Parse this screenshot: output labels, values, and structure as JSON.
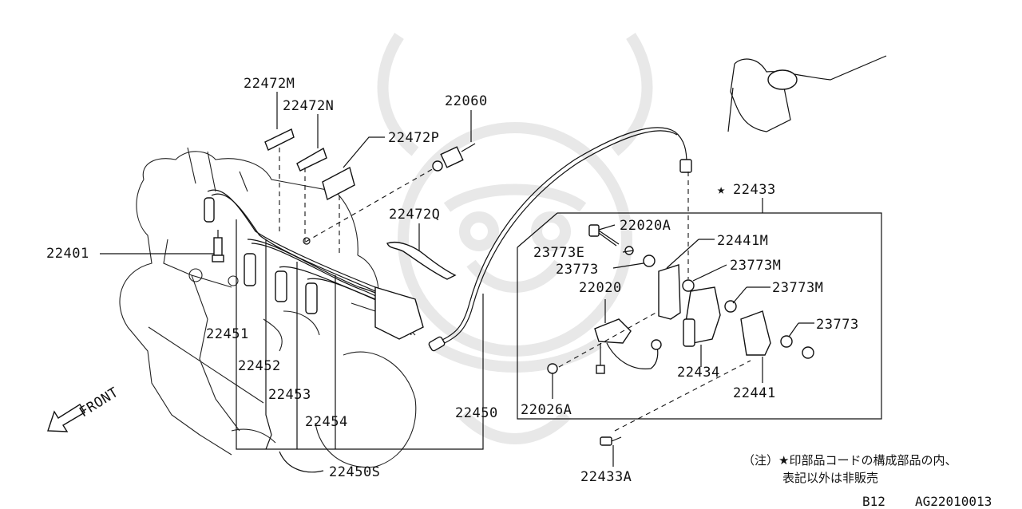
{
  "labels": {
    "l22472M": "22472M",
    "l22472N": "22472N",
    "l22060": "22060",
    "l22472P": "22472P",
    "l22472Q": "22472Q",
    "l22401": "22401",
    "l22451": "22451",
    "l22452": "22452",
    "l22453": "22453",
    "l22454": "22454",
    "l22450": "22450",
    "l22450S": "22450S",
    "l22433": "22433",
    "l22020A": "22020A",
    "l22441M": "22441M",
    "l23773E": "23773E",
    "l23773a": "23773",
    "l23773M1": "23773M",
    "l22020": "22020",
    "l23773M2": "23773M",
    "l23773b": "23773",
    "l22434": "22434",
    "l22441": "22441",
    "l22026A": "22026A",
    "l22433A": "22433A"
  },
  "front_label": "FRONT",
  "star_symbol": "★",
  "note": {
    "line1": "（注）★印部品コードの構成部品の内、",
    "line2": "表記以外は非販売"
  },
  "footer": {
    "page": "B12",
    "code": "AG22010013"
  }
}
